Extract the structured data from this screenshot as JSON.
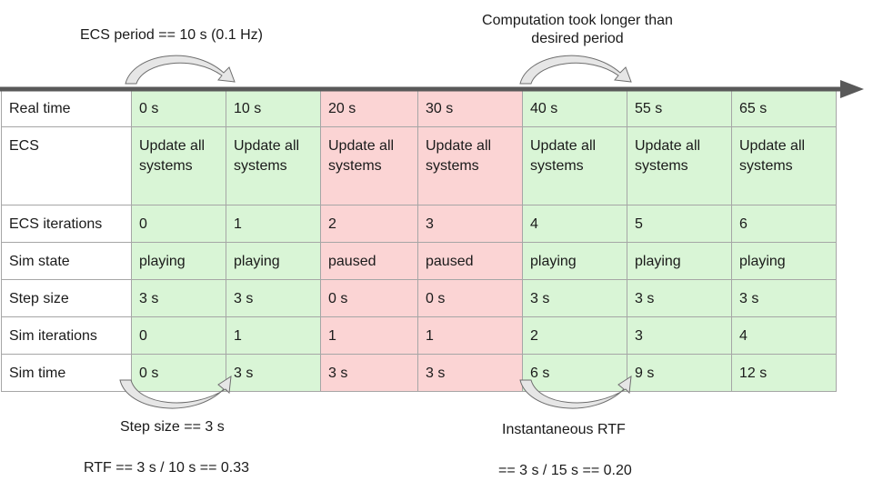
{
  "annotations": {
    "ecs_period": "ECS period == 10 s (0.1 Hz)",
    "computation_line1": "Computation took longer than",
    "computation_line2": "desired period",
    "step_size": "Step size == 3 s",
    "rtf": "RTF == 3 s / 10 s == 0.33",
    "instantaneous_rtf": "Instantaneous  RTF",
    "instantaneous_rtf_value": "== 3 s / 15 s == 0.20"
  },
  "colors": {
    "playing": "#d9f5d6",
    "paused": "#fbd4d4",
    "timeline_arrow": "#595959",
    "curved_arrow_fill": "#e6e6e6",
    "curved_arrow_stroke": "#6e6e6e"
  },
  "table": {
    "columns": [
      {
        "state": "playing"
      },
      {
        "state": "playing"
      },
      {
        "state": "paused"
      },
      {
        "state": "paused"
      },
      {
        "state": "playing"
      },
      {
        "state": "playing"
      },
      {
        "state": "playing"
      }
    ],
    "rows": [
      {
        "id": "real-time",
        "label": "Real time",
        "cells": [
          "0 s",
          "10 s",
          "20 s",
          "30 s",
          "40 s",
          "55 s",
          "65 s"
        ]
      },
      {
        "id": "ecs",
        "label": "ECS",
        "cells": [
          "Update all systems",
          "Update all systems",
          "Update all systems",
          "Update all systems",
          "Update all systems",
          "Update all systems",
          "Update all systems"
        ]
      },
      {
        "id": "ecs-iterations",
        "label": "ECS iterations",
        "cells": [
          "0",
          "1",
          "2",
          "3",
          "4",
          "5",
          "6"
        ]
      },
      {
        "id": "sim-state",
        "label": "Sim state",
        "cells": [
          "playing",
          "playing",
          "paused",
          "paused",
          "playing",
          "playing",
          "playing"
        ]
      },
      {
        "id": "step-size",
        "label": "Step size",
        "cells": [
          "3 s",
          "3 s",
          "0 s",
          "0 s",
          "3 s",
          "3 s",
          "3 s"
        ]
      },
      {
        "id": "sim-iterations",
        "label": "Sim iterations",
        "cells": [
          "0",
          "1",
          "1",
          "1",
          "2",
          "3",
          "4"
        ]
      },
      {
        "id": "sim-time",
        "label": "Sim time",
        "cells": [
          "0 s",
          "3 s",
          "3 s",
          "3 s",
          "6 s",
          "9 s",
          "12 s"
        ]
      }
    ]
  }
}
